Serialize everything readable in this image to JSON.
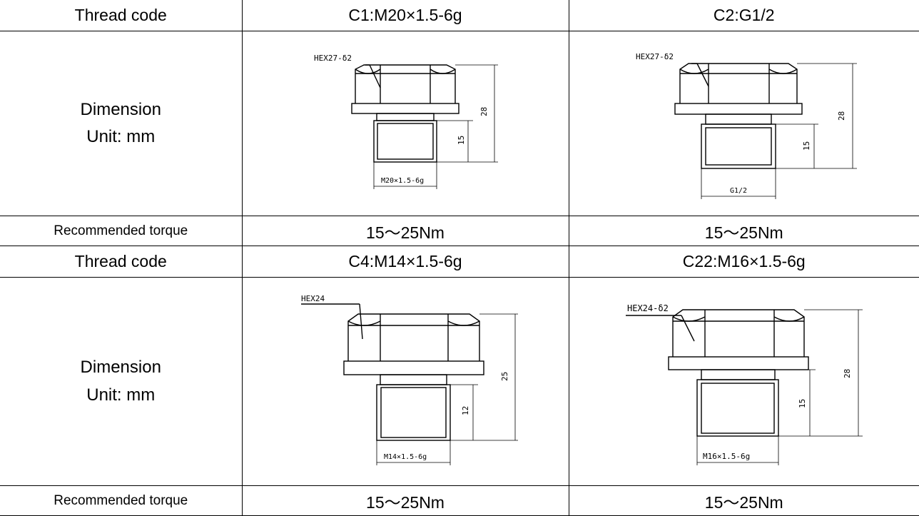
{
  "table": {
    "rows": [
      {
        "label": "Thread code",
        "cells": [
          "C1:M20×1.5-6g",
          "C2:G1/2"
        ]
      },
      {
        "label_line1": "Dimension",
        "label_line2": "Unit: mm",
        "drawings": [
          {
            "hex": "HEX27-δ2",
            "thread": "M20×1.5-6g",
            "height": "28",
            "thread_length": "15"
          },
          {
            "hex": "HEX27-δ2",
            "thread": "G1/2",
            "height": "28",
            "thread_length": "15"
          }
        ]
      },
      {
        "label": "Recommended torque",
        "cells": [
          "15～25Nm",
          "15～25Nm"
        ]
      },
      {
        "label": "Thread code",
        "cells": [
          "C4:M14×1.5-6g",
          "C22:M16×1.5-6g"
        ]
      },
      {
        "label_line1": "Dimension",
        "label_line2": "Unit: mm",
        "drawings": [
          {
            "hex": "HEX24",
            "thread": "M14×1.5-6g",
            "height": "25",
            "thread_length": "12"
          },
          {
            "hex": "HEX24-δ2",
            "thread": "M16×1.5-6g",
            "height": "28",
            "thread_length": "15"
          }
        ]
      },
      {
        "label": "Recommended torque",
        "cells": [
          "15～25Nm",
          "15～25Nm"
        ]
      }
    ]
  }
}
